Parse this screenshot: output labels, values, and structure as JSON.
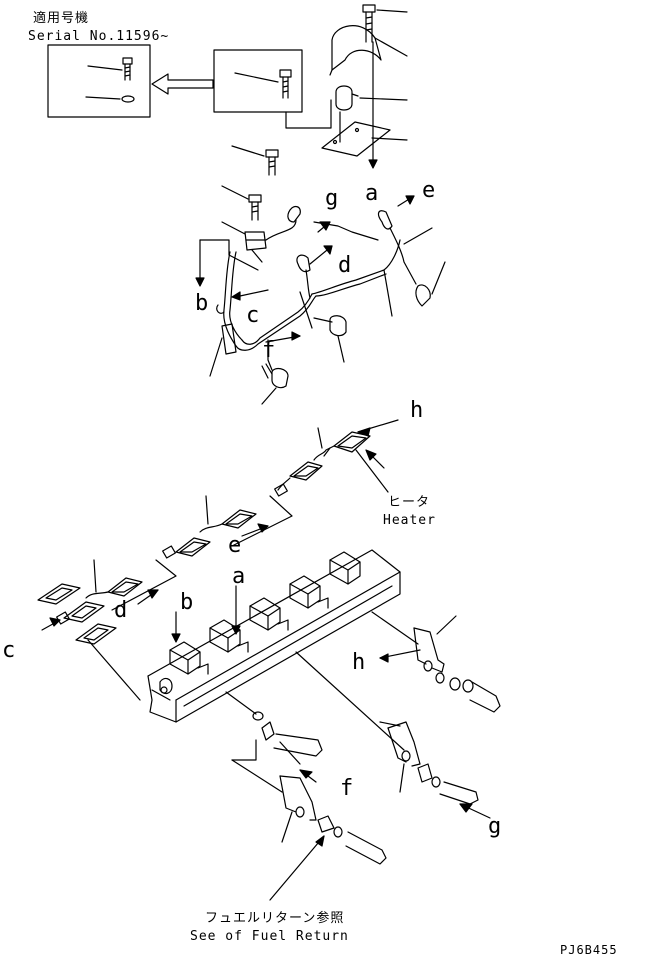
{
  "applicable_serial": {
    "title_jp": "適用号機",
    "serial": "Serial No.11596~"
  },
  "heater_label": {
    "jp": "ヒータ",
    "en": "Heater"
  },
  "fuel_return_note": {
    "jp": "フュエルリターン参照",
    "en": "See of Fuel Return"
  },
  "drawing_code": "PJ6B455",
  "reference_letters": {
    "a_upper": "a",
    "e_upper": "e",
    "g_upper": "g",
    "d_upper": "d",
    "b_upper": "b",
    "c_upper": "c",
    "f_upper": "f",
    "h_upper": "h",
    "e_lower": "e",
    "a_lower": "a",
    "b_lower": "b",
    "d_lower": "d",
    "c_lower": "c",
    "h_lower": "h",
    "f_lower": "f",
    "g_lower": "g"
  }
}
